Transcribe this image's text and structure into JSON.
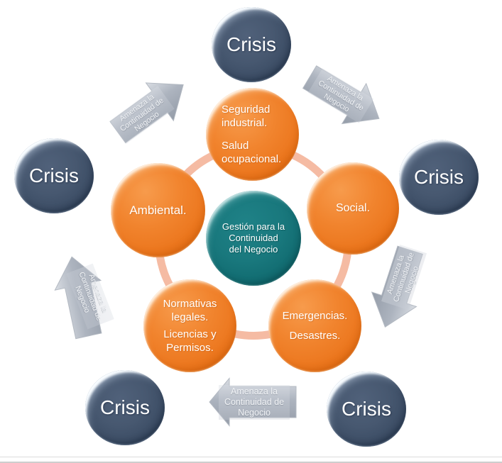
{
  "colors": {
    "orange": "#EE7C25",
    "slate": "#3E5066",
    "teal": "#17757A",
    "ring": "#F5BBA3",
    "arrow_gray": "#AAB1BC"
  },
  "center": {
    "label": "Gestión para la\nContinuidad\ndel Negocio"
  },
  "nodes": {
    "seguridad": {
      "p1": "Seguridad\nindustrial.",
      "p2": "Salud\nocupacional."
    },
    "social": {
      "p1": "Social."
    },
    "emergencias": {
      "p1": "Emergencias.",
      "p2": "Desastres."
    },
    "normativas": {
      "p1": "Normativas\nlegales.",
      "p2": "Licencias y\nPermisos."
    },
    "ambiental": {
      "p1": "Ambiental."
    }
  },
  "crisis_nodes": [
    {
      "label": "Crisis"
    },
    {
      "label": "Crisis"
    },
    {
      "label": "Crisis"
    },
    {
      "label": "Crisis"
    },
    {
      "label": "Crisis"
    }
  ],
  "arrows": [
    {
      "label": "Amenaza la\nContinuidad de\nNegocio"
    },
    {
      "label": "Amenaza la\nContinuidad de\nNegocio"
    },
    {
      "label": "Amenaza la\nContinuidad de\nNegocio"
    },
    {
      "label": "Amenaza la\nContinuidad de\nNegocio"
    },
    {
      "label": "Amenaza la\nContinuidad de\nNegocio"
    }
  ]
}
